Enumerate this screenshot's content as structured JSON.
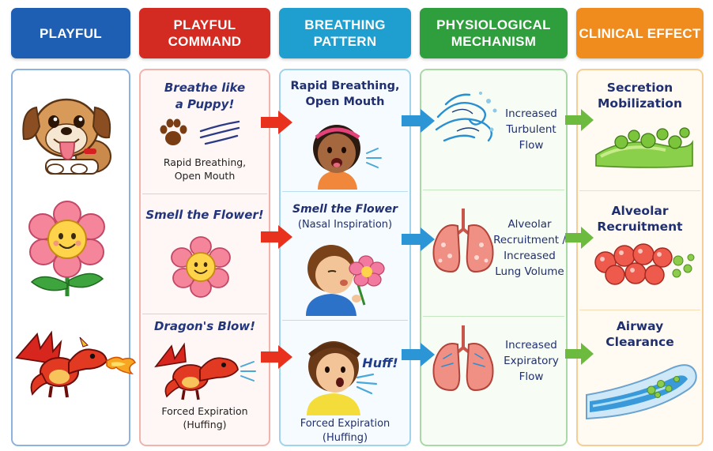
{
  "headers": {
    "col1": "PLAYFUL",
    "col2_line1": "PLAYFUL",
    "col2_line2": "COMMAND",
    "col3_line1": "BREATHING",
    "col3_line2": "PATTERN",
    "col4_line1": "PHYSIOLOGICAL",
    "col4_line2": "MECHANISM",
    "col5": "CLINICAL EFFECT"
  },
  "colors": {
    "col1": "#1f5fb3",
    "col2": "#d32a22",
    "col3": "#1f9fd0",
    "col4": "#2f9e3c",
    "col5": "#f08b1d"
  },
  "rows": [
    {
      "icon": "puppy-icon",
      "command_line1": "Breathe like",
      "command_line2": "a Puppy!",
      "command_desc_line1": "Rapid Breathing,",
      "command_desc_line2": "Open Mouth",
      "pattern_line1": "Rapid Breathing,",
      "pattern_line2": "Open Mouth",
      "mechanism_line1": "Increased",
      "mechanism_line2": "Turbulent",
      "mechanism_line3": "Flow",
      "effect_line1": "Secretion",
      "effect_line2": "Mobilization"
    },
    {
      "icon": "flower-icon",
      "command_line1": "Smell the Flower!",
      "pattern_line1": "Smell the Flower",
      "pattern_line2": "(Nasal Inspiration)",
      "mechanism_line1": "Alveolar",
      "mechanism_line2": "Recruitment /",
      "mechanism_line3": "Increased",
      "mechanism_line4": "Lung Volume",
      "effect_line1": "Alveolar",
      "effect_line2": "Recruitment"
    },
    {
      "icon": "dragon-icon",
      "command_line1": "Dragon's Blow!",
      "command_desc_line1": "Forced Expiration",
      "command_desc_line2": "(Huffing)",
      "pattern_shout": "Huff!",
      "pattern_line1": "Forced Expiration",
      "pattern_line2": "(Huffing)",
      "mechanism_line1": "Increased",
      "mechanism_line2": "Expiratory",
      "mechanism_line3": "Flow",
      "effect_line1": "Airway",
      "effect_line2": "Clearance"
    }
  ]
}
